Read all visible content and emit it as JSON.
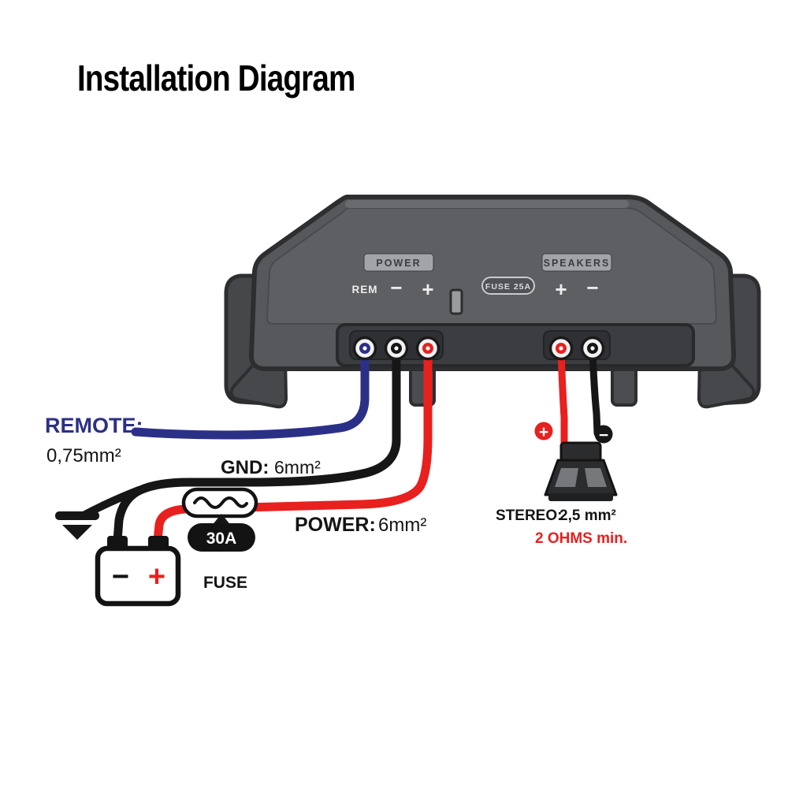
{
  "title": "Installation Diagram",
  "amplifier": {
    "power_section_label": "POWER",
    "rem_terminal_label": "REM",
    "minus_symbol": "−",
    "plus_symbol": "+",
    "fuse_badge_label": "FUSE 25A",
    "speakers_section_label": "SPEAKERS",
    "speakers_plus": "+",
    "speakers_minus": "−"
  },
  "wiring_labels": {
    "remote_title": "REMOTE:",
    "remote_gauge": "0,75mm²",
    "gnd_title": "GND:",
    "gnd_gauge": "6mm²",
    "power_title": "POWER:",
    "power_gauge": "6mm²"
  },
  "fuse": {
    "rating": "30A",
    "caption": "FUSE"
  },
  "speaker": {
    "plus_badge": "+",
    "minus_badge": "−",
    "stereo_title": "STEREO:",
    "stereo_gauge": "2,5 mm²",
    "impedance_note": "2 OHMS min."
  },
  "battery": {
    "minus_symbol": "−",
    "plus_symbol": "+"
  },
  "colors": {
    "remote_blue": "#2b3087",
    "power_red": "#e8201e",
    "wire_black": "#161616",
    "amp_body_gray": "#57585b",
    "amp_outline": "#2d2e30"
  }
}
